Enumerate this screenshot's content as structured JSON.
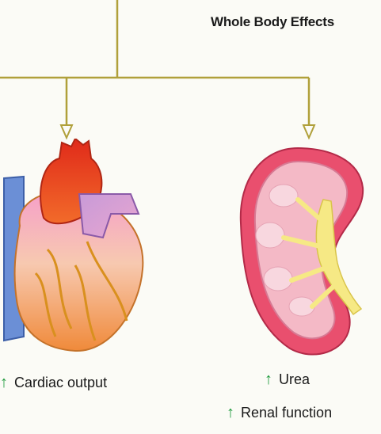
{
  "title": "Whole Body Effects",
  "heart": {
    "label": "Cardiac output",
    "arrow": "↑"
  },
  "kidney": {
    "items": [
      {
        "arrow": "↑",
        "label": "Urea"
      },
      {
        "arrow": "↑",
        "label": "Renal function"
      }
    ]
  },
  "colors": {
    "connector": "#b0a03a",
    "arrow_up": "#1e9a3c",
    "heart": "#e8432a",
    "vessel_blue": "#6b8fd6",
    "kidney_outer": "#e94f6e",
    "kidney_inner": "#f4b9c6",
    "pelvis": "#f6e985"
  }
}
